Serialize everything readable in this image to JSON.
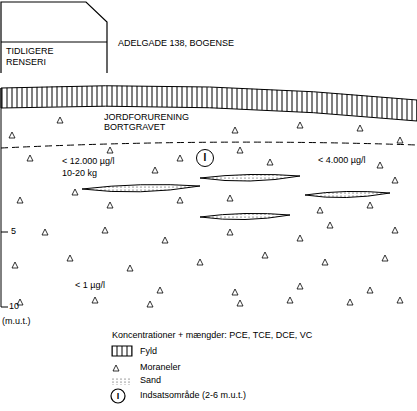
{
  "diagram": {
    "nodes": [
      {
        "text": [
          "TIDLIGERE RENSERI"
        ]
      },
      {
        "text": [
          "I"
        ]
      }
    ],
    "labels": [
      "ADELGADE 138, BOGENSE",
      "JORDFORURENING BORTGRAVET",
      "< 12.000 µg/l",
      "10-20 kg",
      "< 4.000 µg/l",
      "< 1 µg/l",
      "5",
      "10",
      "(m.u.t.)",
      "Koncentrationer + mængder: PCE, TCE, DCE, VC",
      "I"
    ],
    "legend": [
      {
        "text": "Fyld"
      },
      {
        "text": "Moraneler"
      },
      {
        "text": "Sand"
      },
      {
        "text": "Indsatsområde (2-6 m.u.t.)"
      }
    ]
  }
}
